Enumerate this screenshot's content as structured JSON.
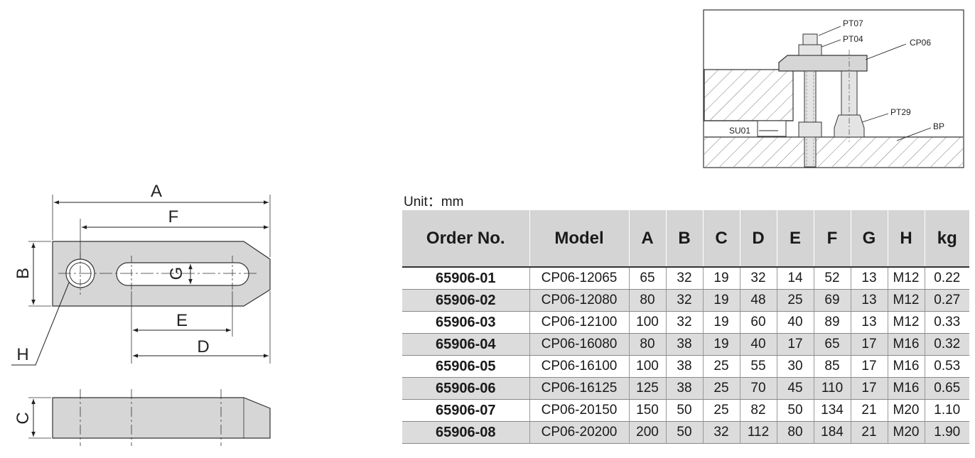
{
  "part_drawing": {
    "labels": {
      "A": "A",
      "B": "B",
      "C": "C",
      "D": "D",
      "E": "E",
      "F": "F",
      "G": "G",
      "H": "H"
    }
  },
  "assembly_drawing": {
    "callouts": [
      "PT07",
      "PT04",
      "CP06",
      "PT29",
      "SU01",
      "BP"
    ]
  },
  "unit_label": "Unit：mm",
  "table": {
    "headers": [
      "Order No.",
      "Model",
      "A",
      "B",
      "C",
      "D",
      "E",
      "F",
      "G",
      "H",
      "kg"
    ],
    "rows": [
      [
        "65906-01",
        "CP06-12065",
        "65",
        "32",
        "19",
        "32",
        "14",
        "52",
        "13",
        "M12",
        "0.22"
      ],
      [
        "65906-02",
        "CP06-12080",
        "80",
        "32",
        "19",
        "48",
        "25",
        "69",
        "13",
        "M12",
        "0.27"
      ],
      [
        "65906-03",
        "CP06-12100",
        "100",
        "32",
        "19",
        "60",
        "40",
        "89",
        "13",
        "M12",
        "0.33"
      ],
      [
        "65906-04",
        "CP06-16080",
        "80",
        "38",
        "19",
        "40",
        "17",
        "65",
        "17",
        "M16",
        "0.32"
      ],
      [
        "65906-05",
        "CP06-16100",
        "100",
        "38",
        "25",
        "55",
        "30",
        "85",
        "17",
        "M16",
        "0.53"
      ],
      [
        "65906-06",
        "CP06-16125",
        "125",
        "38",
        "25",
        "70",
        "45",
        "110",
        "17",
        "M16",
        "0.65"
      ],
      [
        "65906-07",
        "CP06-20150",
        "150",
        "50",
        "25",
        "82",
        "50",
        "134",
        "21",
        "M20",
        "1.10"
      ],
      [
        "65906-08",
        "CP06-20200",
        "200",
        "50",
        "32",
        "112",
        "80",
        "184",
        "21",
        "M20",
        "1.90"
      ]
    ]
  }
}
